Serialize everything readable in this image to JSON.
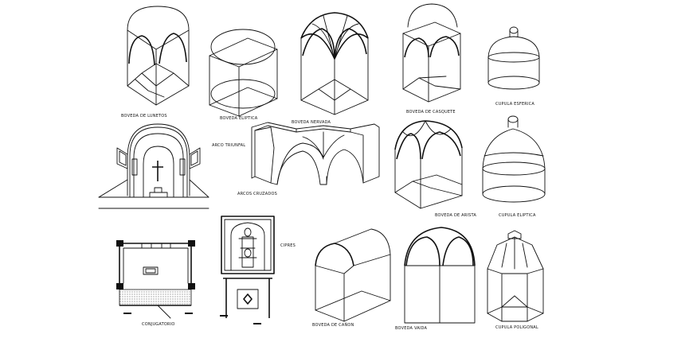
{
  "labels": {
    "boveda_de_lunetos": "BOVEDA DE LUNETOS",
    "boveda_eliptica": "BOVEDA ELIPTICA",
    "boveda_nervada": "BOVEDA NERVADA",
    "boveda_de_casquete": "BOVEDA DE CASQUETE",
    "cupula_esferica": "CUPULA ESFERICA",
    "arco_triunfal": "ARCO TRIUNFAL",
    "arcos_cruzados": "ARCOS CRUZADOS",
    "boveda_de_arista": "BOVEDA DE ARISTA",
    "cupula_eliptica": "CUPULA ELIPTICA",
    "cipres": "CIPRES",
    "conjugatorio": "CONJUGATORIO",
    "boveda_de_canon": "BOVEDA DE CAÑON",
    "boveda_vaida": "BOVEDA VAIDA",
    "cupula_poligonal": "CUPULA POLIGONAL"
  }
}
